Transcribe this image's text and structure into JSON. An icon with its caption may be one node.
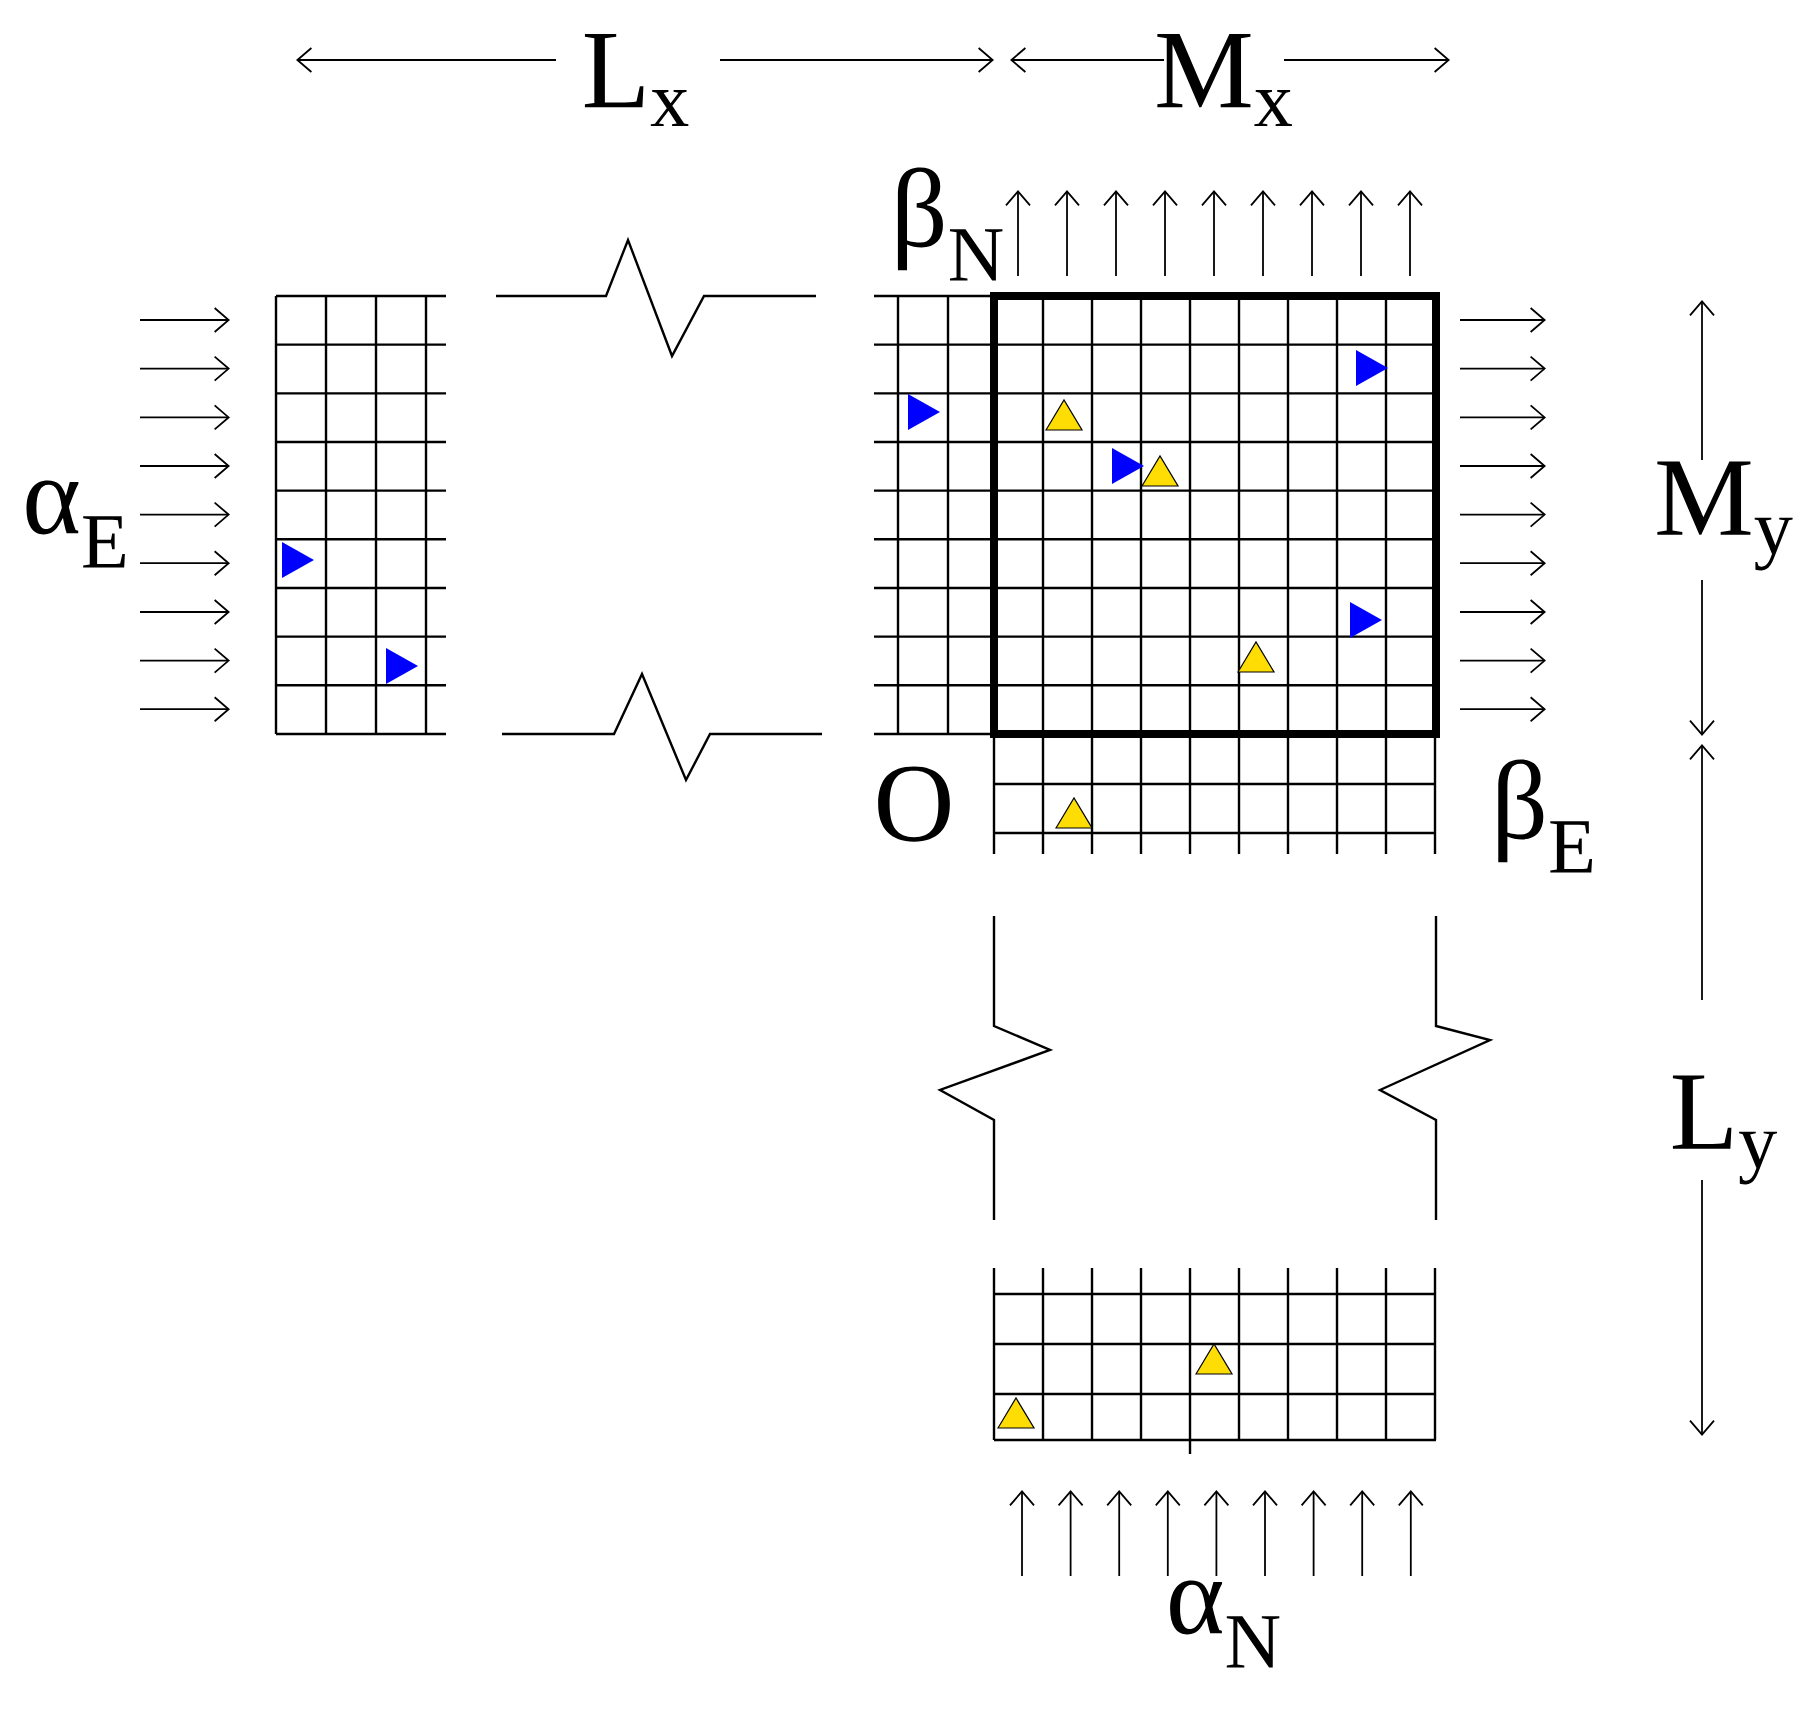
{
  "diagram": {
    "labels": [
      "L$_{x}$",
      "M$_{x}$",
      "β$_{N}$",
      "α$_{E}$",
      "M$_{y}$",
      "O",
      "β$_{E}$",
      "L$_{y}$",
      "α$_{N}$"
    ]
  }
}
